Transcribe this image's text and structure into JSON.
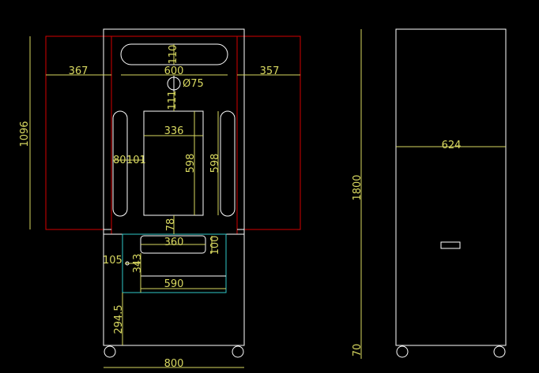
{
  "colors": {
    "background": "#000000",
    "outline": "#ffffff",
    "dimension": "#d8d860",
    "panel": "#d40000",
    "basin": "#30c8c8"
  },
  "front_view": {
    "width_total": "800",
    "height_1096": "1096",
    "left_panel_width": "367",
    "right_panel_width": "357",
    "top_width_600": "600",
    "top_slot_height": "110",
    "hole_diameter": "Ø75",
    "gap_111": "111",
    "window_width": "336",
    "window_height": "598",
    "right_slot_height": "598",
    "left_gap_80": "80",
    "left_gap_101": "101",
    "bottom_gap_78": "78",
    "basin_width_360": "360",
    "basin_height_100": "100",
    "basin_left_105": "105",
    "basin_depth_343": "343",
    "basin_outer_590": "590",
    "floor_gap": "294.5"
  },
  "side_view": {
    "height": "1800",
    "depth": "624",
    "foot_height": "70"
  }
}
